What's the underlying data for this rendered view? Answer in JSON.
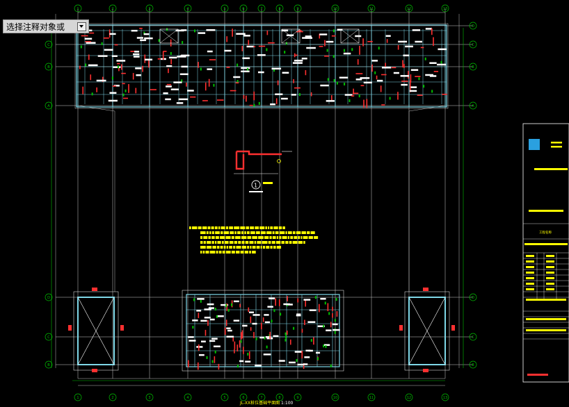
{
  "prompt": {
    "text": "选择注释对象或"
  },
  "drawing": {
    "caption_title": "JL-XX桩位基础平面图",
    "caption_scale": "1:100",
    "detail_marker": "1",
    "col_labels": [
      "1",
      "2",
      "3",
      "4",
      "5",
      "6",
      "7",
      "8",
      "9",
      "10",
      "11",
      "12",
      "13"
    ],
    "row_labels_top": [
      "D",
      "C",
      "B",
      "A"
    ],
    "row_labels_bottom": [
      "D",
      "C",
      "B"
    ],
    "title_block": {
      "drawing_name": "工程名称"
    }
  },
  "colors": {
    "bg": "#000000",
    "grid": "#ffffff",
    "wall": "#7fd8e8",
    "beam": "#ff3030",
    "text": "#ffff00",
    "tag": "#00c000",
    "title_block_accent": "#2aa0e0"
  }
}
